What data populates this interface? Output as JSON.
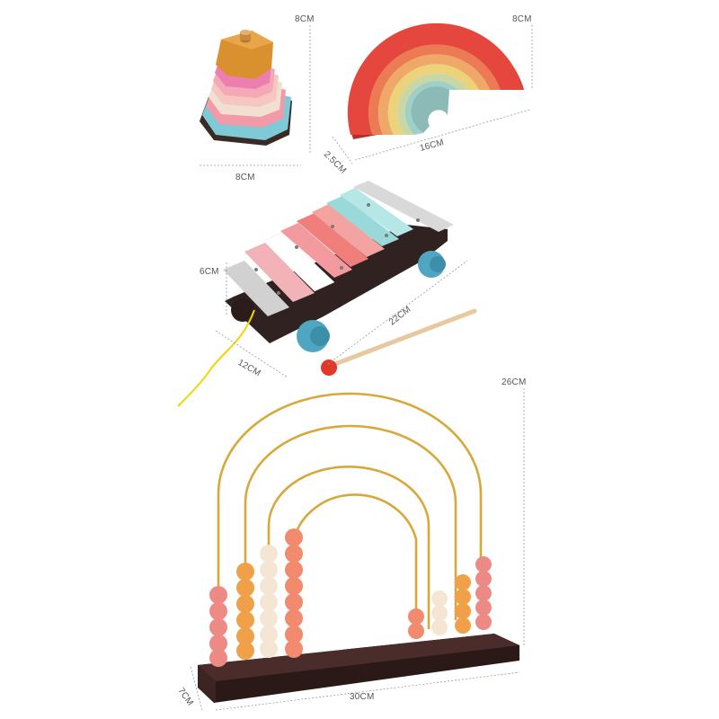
{
  "dimensions": {
    "stacker_height": "8CM",
    "stacker_width": "8CM",
    "rainbow_height": "8CM",
    "rainbow_depth": "2.5CM",
    "rainbow_width": "16CM",
    "xylophone_height": "6CM",
    "xylophone_length": "22CM",
    "xylophone_width": "12CM",
    "abacus_height": "26CM",
    "abacus_depth": "7CM",
    "abacus_width": "30CM"
  },
  "colors": {
    "stacker_rings": [
      "#d9902f",
      "#ec7fb0",
      "#f3a9b6",
      "#f6c7c1",
      "#f1e0d2",
      "#f29aa8",
      "#7ecad6"
    ],
    "stacker_base": "#3a2a25",
    "rainbow_arches": [
      "#e5473e",
      "#ec7a55",
      "#f0a868",
      "#ecd27a",
      "#c9d7a4",
      "#9fd0c7",
      "#8bbab7"
    ],
    "xylophone_keys": [
      "#d1d1d1",
      "#f1b3b8",
      "#ffffff",
      "#f39a9e",
      "#f07f7c",
      "#f3a3a0",
      "#9ad9d9",
      "#b6e6e6",
      "#d9d9d9"
    ],
    "xylophone_wheels": "#4fa6c2",
    "xylophone_body": "#2f2220",
    "abacus_frame": "#d7a93b",
    "abacus_base": "#3b2422",
    "bead_pink": "#ee8a86",
    "bead_orange": "#f0a049",
    "bead_cream": "#f4e6d3",
    "bead_coral": "#f28a6e"
  }
}
